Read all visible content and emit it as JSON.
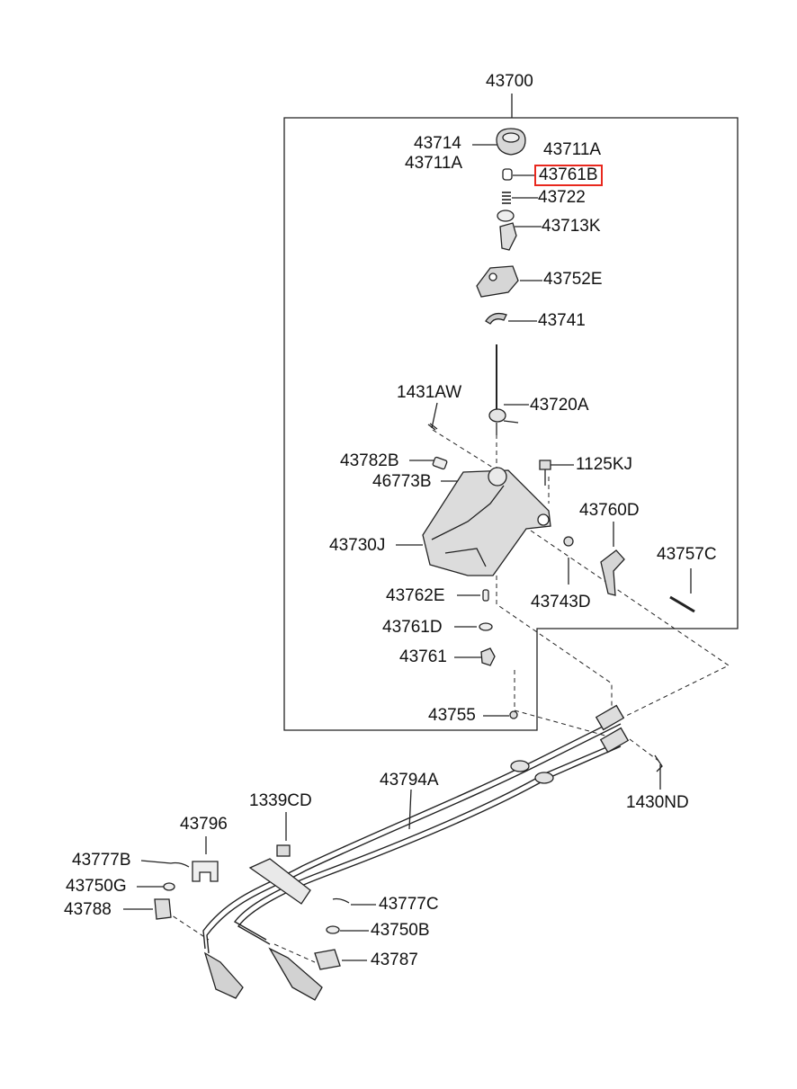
{
  "diagram": {
    "assembly": "43700",
    "highlight_color": "#e8281e",
    "labels": {
      "p43714": "43714",
      "p43711A_left": "43711A",
      "p43711A_right": "43711A",
      "p43761B": "43761B",
      "p43722": "43722",
      "p43713K": "43713K",
      "p43752E": "43752E",
      "p43741": "43741",
      "p1431AW": "1431AW",
      "p43720A": "43720A",
      "p43782B": "43782B",
      "p1125KJ": "1125KJ",
      "p46773B": "46773B",
      "p43760D": "43760D",
      "p43730J": "43730J",
      "p43757C": "43757C",
      "p43762E": "43762E",
      "p43743D": "43743D",
      "p43761D": "43761D",
      "p43761": "43761",
      "p43755": "43755",
      "p43794A": "43794A",
      "p1339CD": "1339CD",
      "p1430ND": "1430ND",
      "p43796": "43796",
      "p43777B": "43777B",
      "p43750G": "43750G",
      "p43777C": "43777C",
      "p43788": "43788",
      "p43750B": "43750B",
      "p43787": "43787"
    }
  }
}
